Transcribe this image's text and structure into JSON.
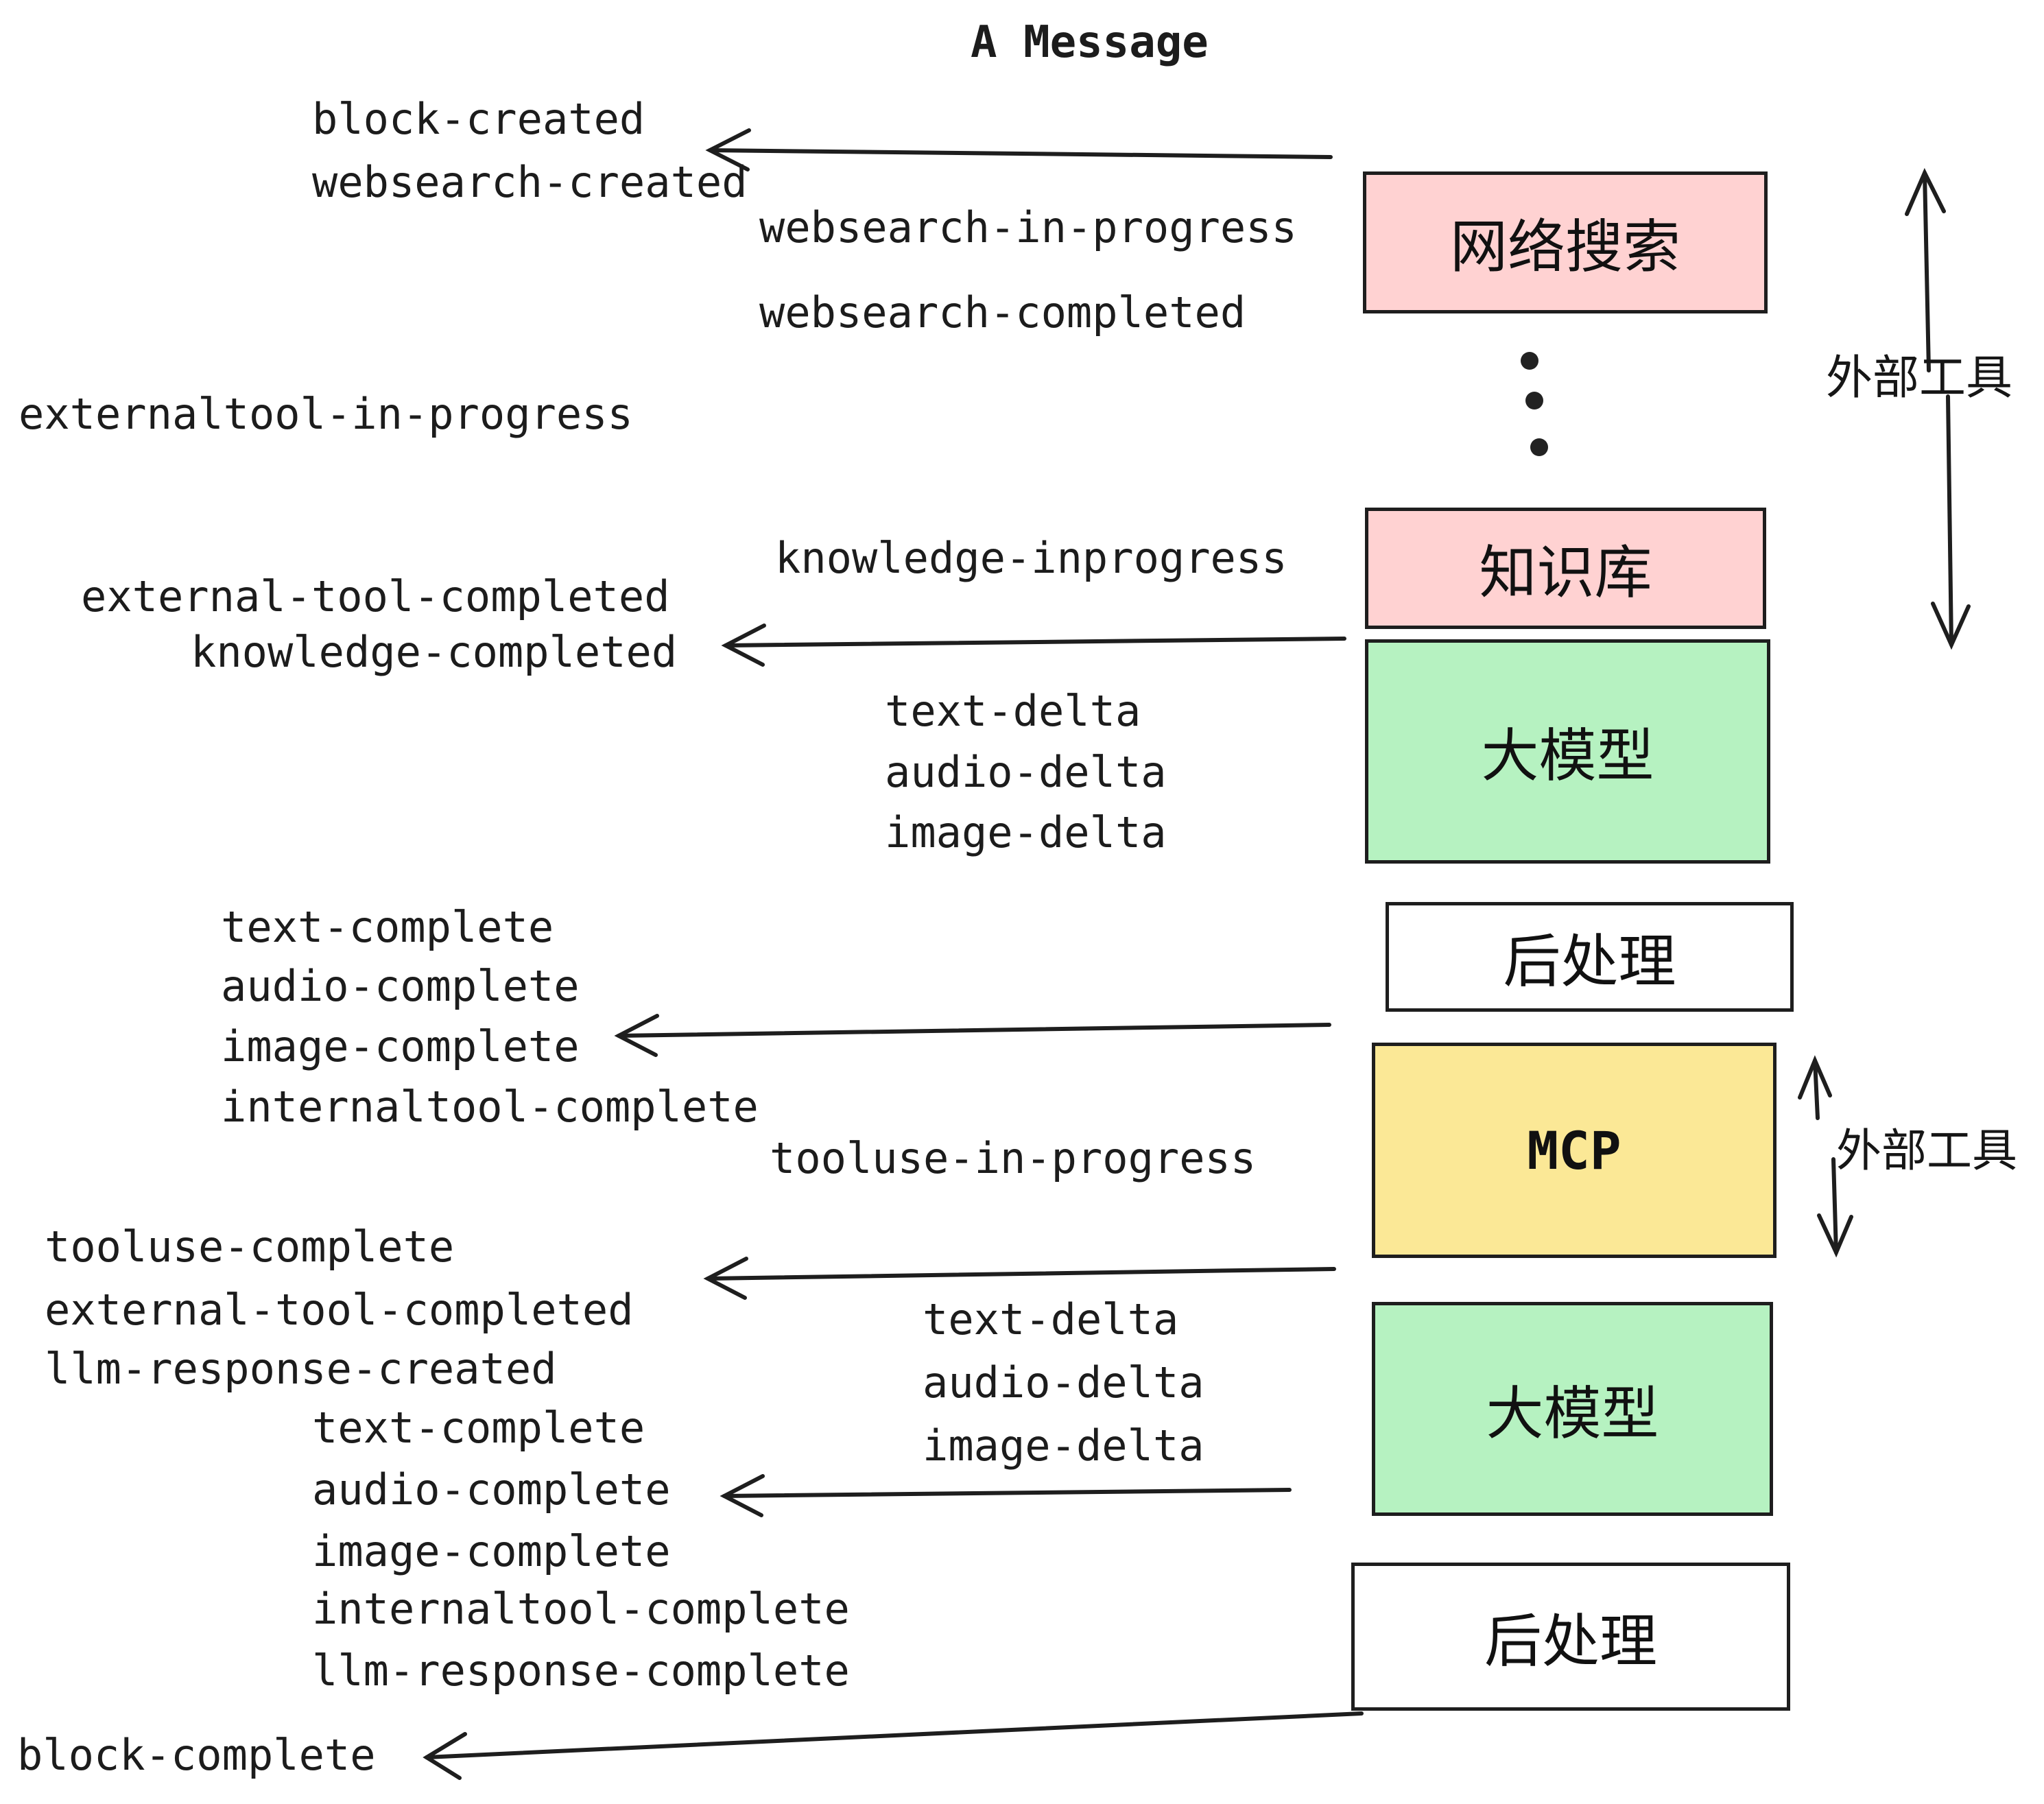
{
  "title": "A Message",
  "events": {
    "block_created": "block-created",
    "websearch_created": "websearch-created",
    "websearch_in_progress": "websearch-in-progress",
    "websearch_completed": "websearch-completed",
    "externaltool_in_progress": "externaltool-in-progress",
    "external_tool_completed": "external-tool-completed",
    "knowledge_completed": "knowledge-completed",
    "knowledge_inprogress": "knowledge-inprogress",
    "text_delta": "text-delta",
    "audio_delta": "audio-delta",
    "image_delta": "image-delta",
    "text_complete": "text-complete",
    "audio_complete": "audio-complete",
    "image_complete": "image-complete",
    "internaltool_complete": "internaltool-complete",
    "tooluse_in_progress": "tooluse-in-progress",
    "tooluse_complete": "tooluse-complete",
    "llm_response_created": "llm-response-created",
    "llm_response_complete": "llm-response-complete",
    "block_complete": "block-complete"
  },
  "boxes": {
    "websearch": {
      "label": "网络搜索",
      "fill": "#ffd2d2"
    },
    "knowledge": {
      "label": "知识库",
      "fill": "#ffd2d2"
    },
    "llm_top": {
      "label": "大模型",
      "fill": "#b6f2c1"
    },
    "post_top": {
      "label": "后处理",
      "fill": "#ffffff"
    },
    "mcp": {
      "label": "MCP",
      "fill": "#fbe896"
    },
    "llm_bottom": {
      "label": "大模型",
      "fill": "#b6f2c1"
    },
    "post_bottom": {
      "label": "后处理",
      "fill": "#ffffff"
    }
  },
  "side_labels": {
    "external_tools_top": "外部工具",
    "external_tools_middle": "外部工具"
  },
  "colors": {
    "stroke": "#1e1e1e",
    "background": "#ffffff",
    "pink": "#ffd2d2",
    "green": "#b6f2c1",
    "yellow": "#fbe896"
  }
}
